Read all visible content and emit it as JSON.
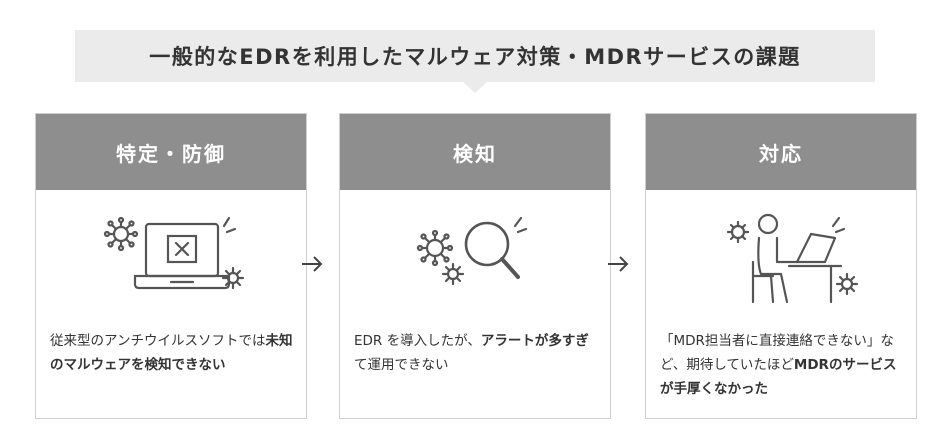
{
  "title": "一般的なEDRを利用したマルウェア対策・MDRサービスの課題",
  "colors": {
    "header_bg": "#8e8e8e",
    "title_bg": "#ebebeb",
    "text": "#333333",
    "icon": "#555555"
  },
  "cards": [
    {
      "heading": "特定・防御",
      "icon": "laptop-virus-icon",
      "desc_plain_1": "従来型のアンチウイルスソフトでは",
      "desc_bold_1": "未知のマルウェアを検知できない",
      "desc_plain_2": "",
      "desc_bold_2": ""
    },
    {
      "heading": "検知",
      "icon": "magnifier-virus-icon",
      "desc_plain_1": "EDR を導入したが、",
      "desc_bold_1": "アラートが多すぎ",
      "desc_plain_2": "て運用できない",
      "desc_bold_2": ""
    },
    {
      "heading": "対応",
      "icon": "person-desk-icon",
      "desc_plain_1": "「MDR担当者に直接連絡できない」など、期待していたほど",
      "desc_bold_1": "MDRのサービスが手厚くなかった",
      "desc_plain_2": "",
      "desc_bold_2": ""
    }
  ]
}
